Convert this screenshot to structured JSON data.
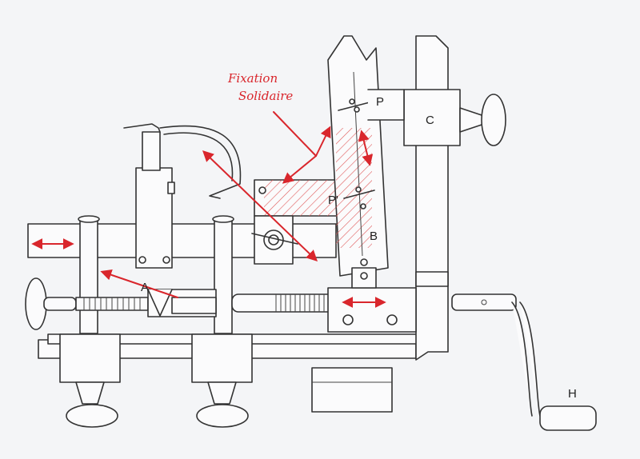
{
  "annotation": {
    "line1": "Fixation",
    "line2": "Solidaire",
    "color": "#d9262c"
  },
  "labels": {
    "A": "A",
    "B": "B",
    "C": "C",
    "H": "H",
    "P": "P",
    "P_prime": "P'"
  },
  "colors": {
    "line": "#333333",
    "paper": "#f4f5f7",
    "hatch": "#e05a5a"
  }
}
